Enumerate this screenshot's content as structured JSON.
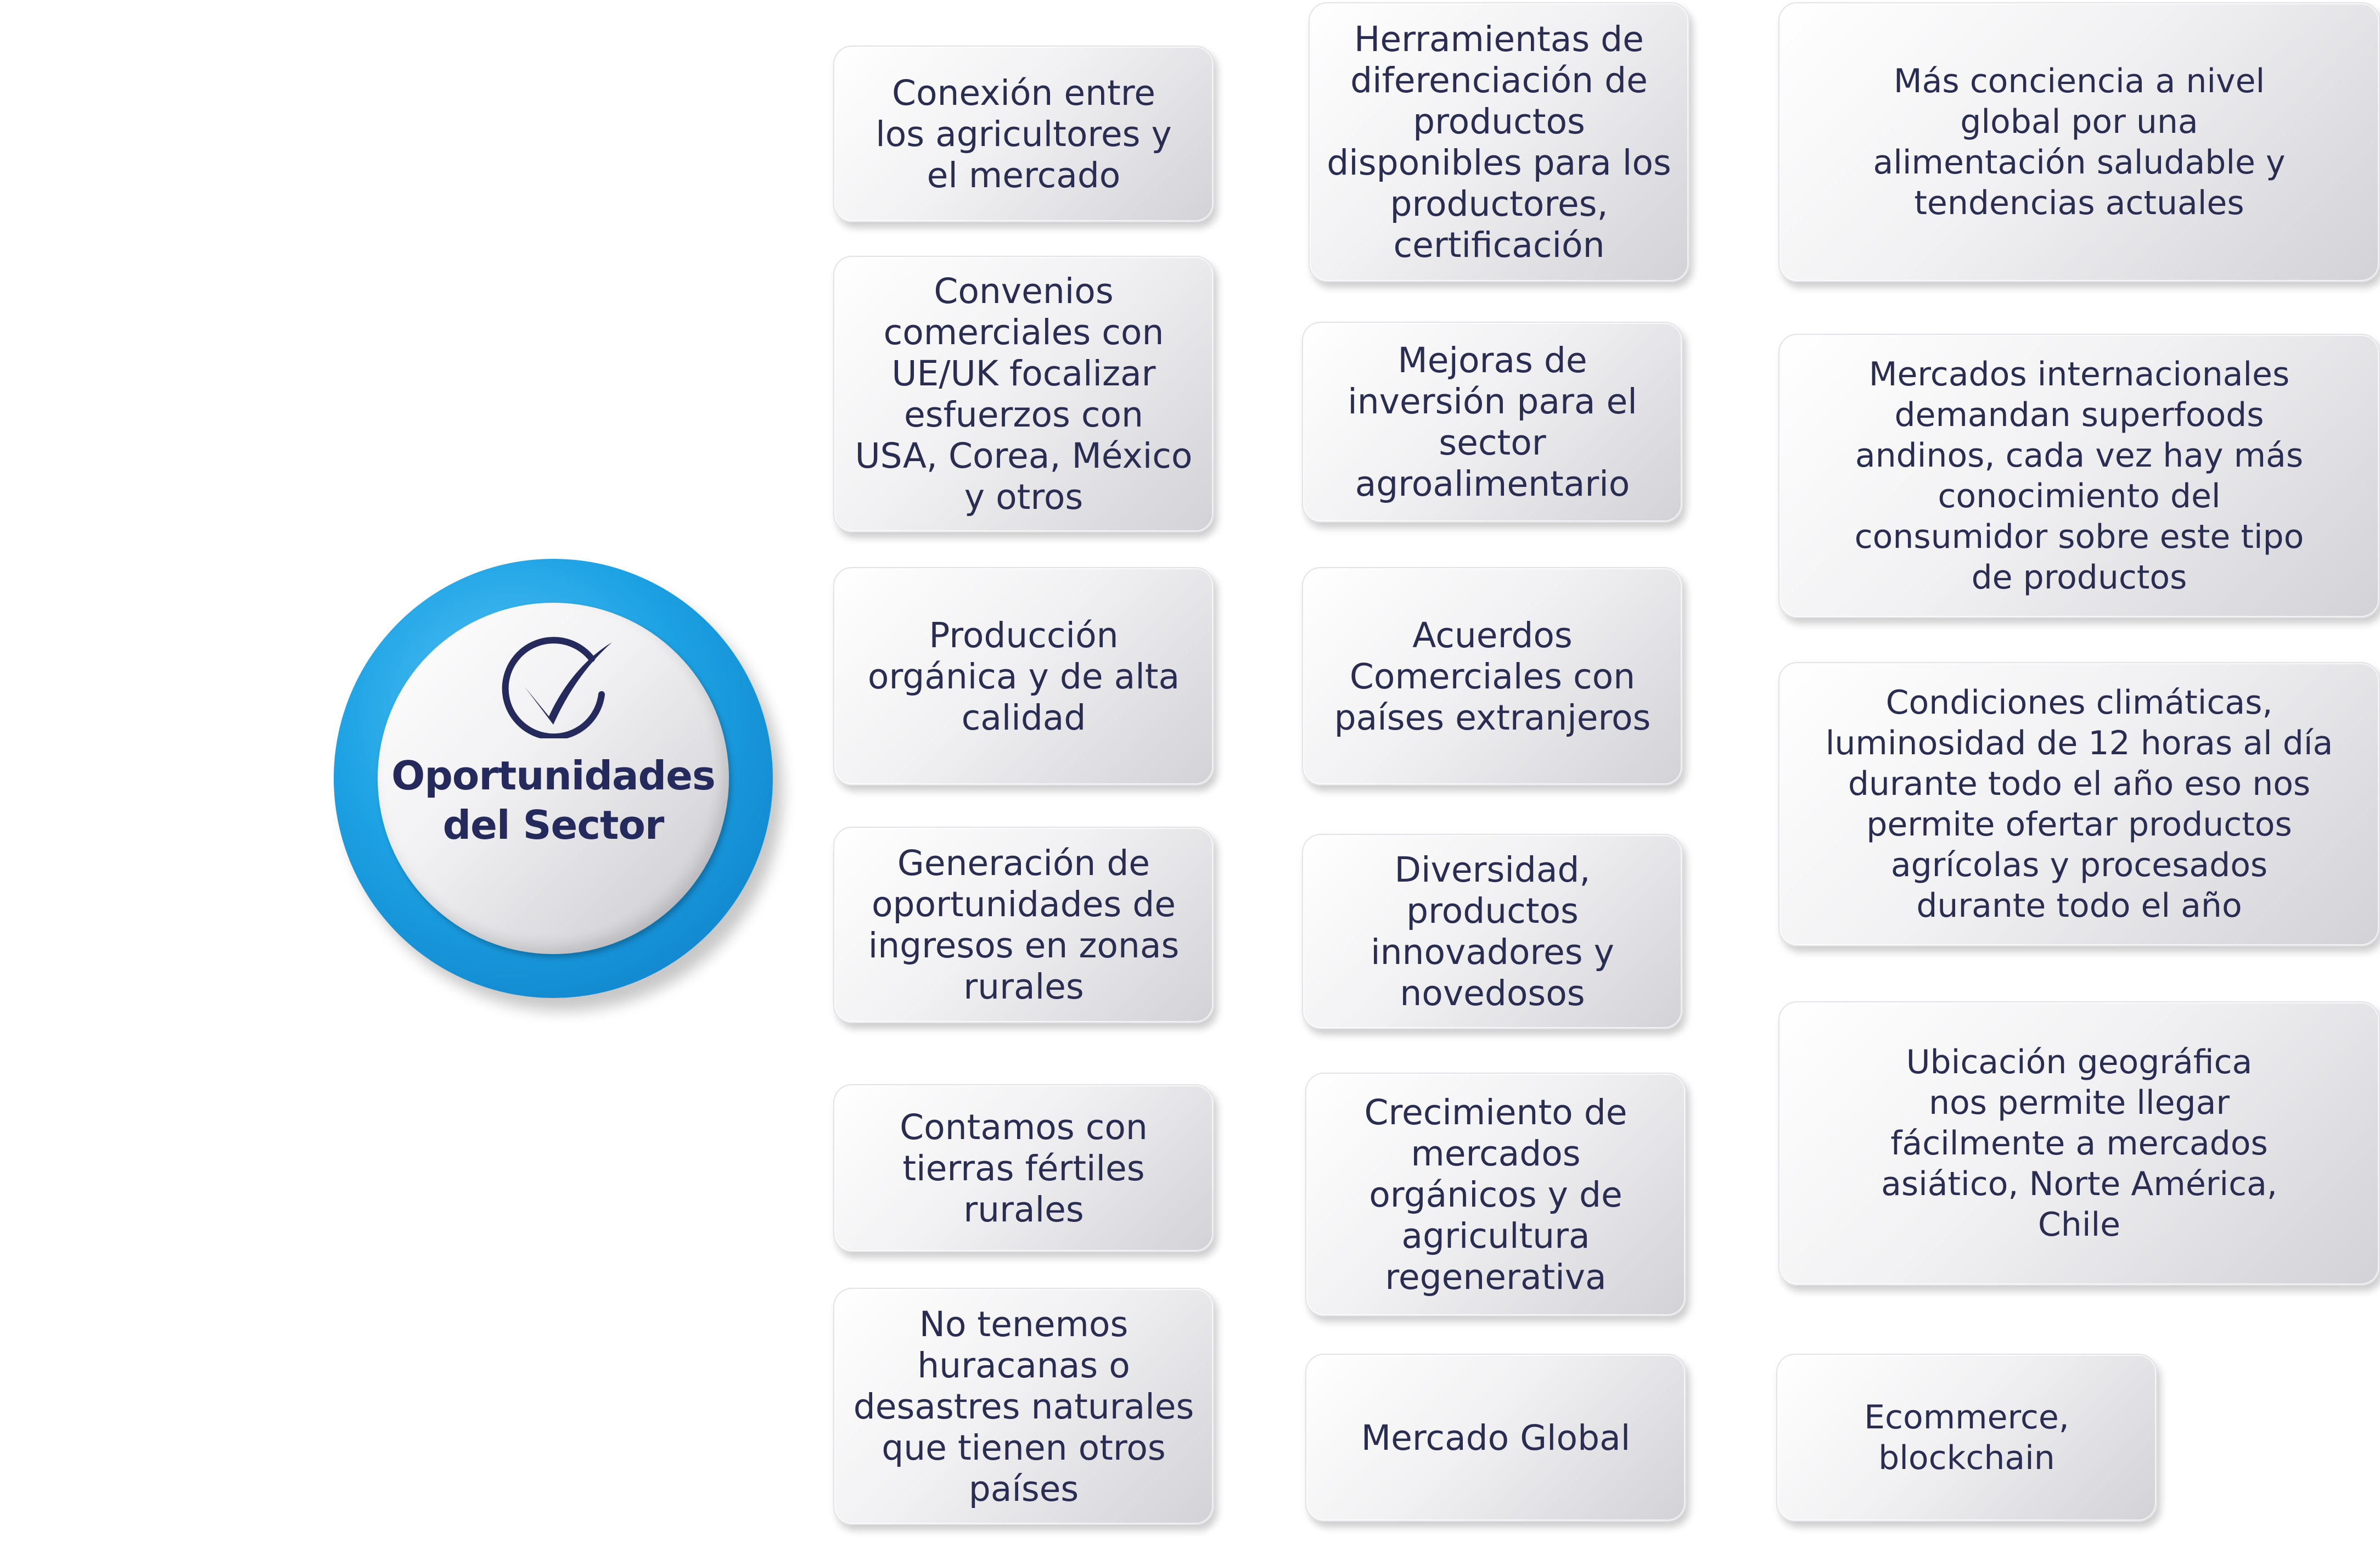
{
  "center": {
    "title_line1": "Oportunidades",
    "title_line2": "del Sector",
    "icon": "checkmark-circle-icon",
    "colors": {
      "ring": "#1da2e4",
      "text": "#252a5c",
      "card_text": "#2a2d52"
    }
  },
  "columns": [
    {
      "items": [
        "Conexión entre\nlos agricultores y\nel mercado",
        "Convenios\ncomerciales con\nUE/UK focalizar\nesfuerzos  con\nUSA, Corea, México\ny otros",
        "Producción\norgánica y de alta\ncalidad",
        "Generación de\noportunidades de\ningresos en zonas\nrurales",
        "Contamos con\ntierras fértiles\nrurales",
        "No tenemos\nhuracanas o\ndesastres naturales\nque tienen otros\npaíses"
      ]
    },
    {
      "items": [
        "Herramientas de\ndiferenciación de\nproductos\ndisponibles para los\nproductores,\ncertificación",
        "Mejoras de\ninversión para el\nsector\nagroalimentario",
        "Acuerdos\nComerciales con\npaíses extranjeros",
        "Diversidad,\nproductos\ninnovadores y\nnovedosos",
        "Crecimiento de\nmercados\norgánicos y de\nagricultura\nregenerativa",
        "Mercado Global"
      ]
    },
    {
      "items": [
        "Más conciencia a nivel\nglobal por una\nalimentación saludable y\ntendencias actuales",
        "Mercados internacionales\ndemandan superfoods\nandinos, cada vez hay más\nconocimiento del\nconsumidor sobre este tipo\nde productos",
        "Condiciones climáticas,\nluminosidad de 12 horas al día\ndurante todo el año eso nos\npermite ofertar productos\nagrícolas y procesados\ndurante todo el año",
        "Ubicación geográfica\nnos permite llegar\nfácilmente a mercados\nasiático, Norte América,\nChile",
        "Ecommerce,\nblockchain"
      ]
    }
  ]
}
